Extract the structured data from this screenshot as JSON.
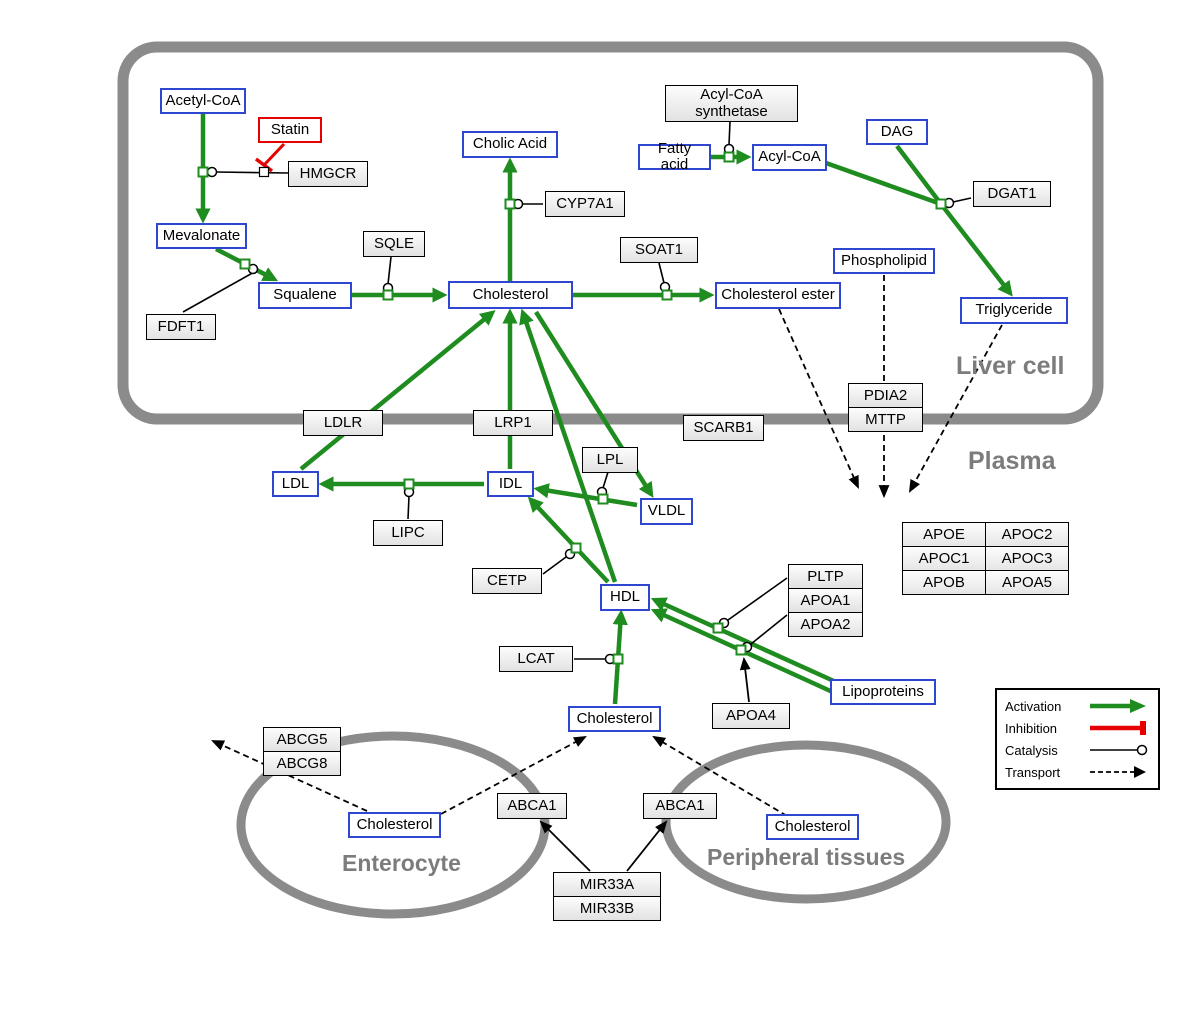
{
  "regions": {
    "liver": "Liver cell",
    "plasma": "Plasma",
    "enterocyte": "Enterocyte",
    "peripheral": "Peripheral tissues"
  },
  "colors": {
    "metabolite_border": "#2f47d0",
    "activation": "#1f8c1f",
    "inhibition": "#e60000",
    "membrane": "#8b8b8b"
  },
  "nodes": {
    "acetyl_coa": "Acetyl-CoA",
    "statin": "Statin",
    "hmgcr": "HMGCR",
    "mevalonate": "Mevalonate",
    "fdft1": "FDFT1",
    "squalene": "Squalene",
    "sqle": "SQLE",
    "cholesterol_liver": "Cholesterol",
    "cholic_acid": "Cholic Acid",
    "cyp7a1": "CYP7A1",
    "soat1": "SOAT1",
    "cholesterol_ester": "Cholesterol ester",
    "acyl_coa_synthetase": "Acyl-CoA synthetase",
    "fatty_acid": "Fatty acid",
    "acyl_coa": "Acyl-CoA",
    "dag": "DAG",
    "dgat1": "DGAT1",
    "phospholipid": "Phospholipid",
    "triglyceride": "Triglyceride",
    "ldlr": "LDLR",
    "lrp1": "LRP1",
    "scarb1": "SCARB1",
    "pdia2": "PDIA2",
    "mttp": "MTTP",
    "ldl": "LDL",
    "idl": "IDL",
    "lipc": "LIPC",
    "lpl": "LPL",
    "vldl": "VLDL",
    "cetp": "CETP",
    "hdl": "HDL",
    "pltp": "PLTP",
    "apoa1": "APOA1",
    "apoa2": "APOA2",
    "lcat": "LCAT",
    "apoa4": "APOA4",
    "lipoproteins": "Lipoproteins",
    "cholesterol_plasma": "Cholesterol",
    "abcg5": "ABCG5",
    "abcg8": "ABCG8",
    "cholesterol_enterocyte": "Cholesterol",
    "abca1_left": "ABCA1",
    "abca1_right": "ABCA1",
    "mir33a": "MIR33A",
    "mir33b": "MIR33B",
    "cholesterol_peripheral": "Cholesterol"
  },
  "apo_table": [
    [
      "APOE",
      "APOC2"
    ],
    [
      "APOC1",
      "APOC3"
    ],
    [
      "APOB",
      "APOA5"
    ]
  ],
  "legend": {
    "activation": "Activation",
    "inhibition": "Inhibition",
    "catalysis": "Catalysis",
    "transport": "Transport"
  }
}
